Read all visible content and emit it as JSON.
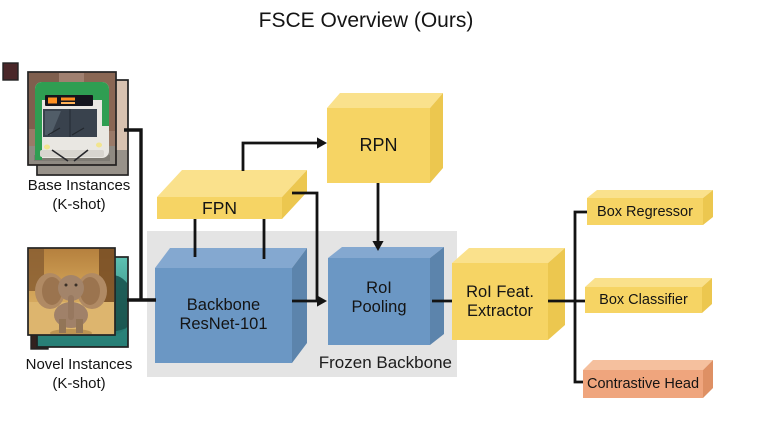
{
  "title": "FSCE Overview (Ours)",
  "palette": {
    "yellow_front": "#f6d464",
    "yellow_top": "#fae18c",
    "yellow_side": "#ecc74f",
    "blue_front": "#6b97c4",
    "blue_top": "#84a8d0",
    "blue_side": "#5c84ac",
    "orange_front": "#efa57d",
    "orange_top": "#f5c09e",
    "orange_side": "#de9064",
    "frozen_bg": "#e4e4e4",
    "line": "#131313"
  },
  "inputs": {
    "base": {
      "line1": "Base Instances",
      "line2": "(K-shot)",
      "photo_alt": "green city bus, route 77"
    },
    "novel": {
      "line1": "Novel Instances",
      "line2": "(K-shot)",
      "photo_alt": "baby elephant"
    }
  },
  "blocks": {
    "fpn": {
      "label": "FPN"
    },
    "rpn": {
      "label": "RPN"
    },
    "backbone": {
      "line1": "Backbone",
      "line2": "ResNet-101"
    },
    "roi_pooling": {
      "line1": "RoI",
      "line2": "Pooling"
    },
    "roi_feat_extractor": {
      "line1": "RoI Feat.",
      "line2": "Extractor"
    },
    "box_regressor": {
      "label": "Box Regressor"
    },
    "box_classifier": {
      "label": "Box Classifier"
    },
    "contrastive_head": {
      "label": "Contrastive Head"
    }
  },
  "region": {
    "frozen_backbone_label": "Frozen Backbone"
  }
}
